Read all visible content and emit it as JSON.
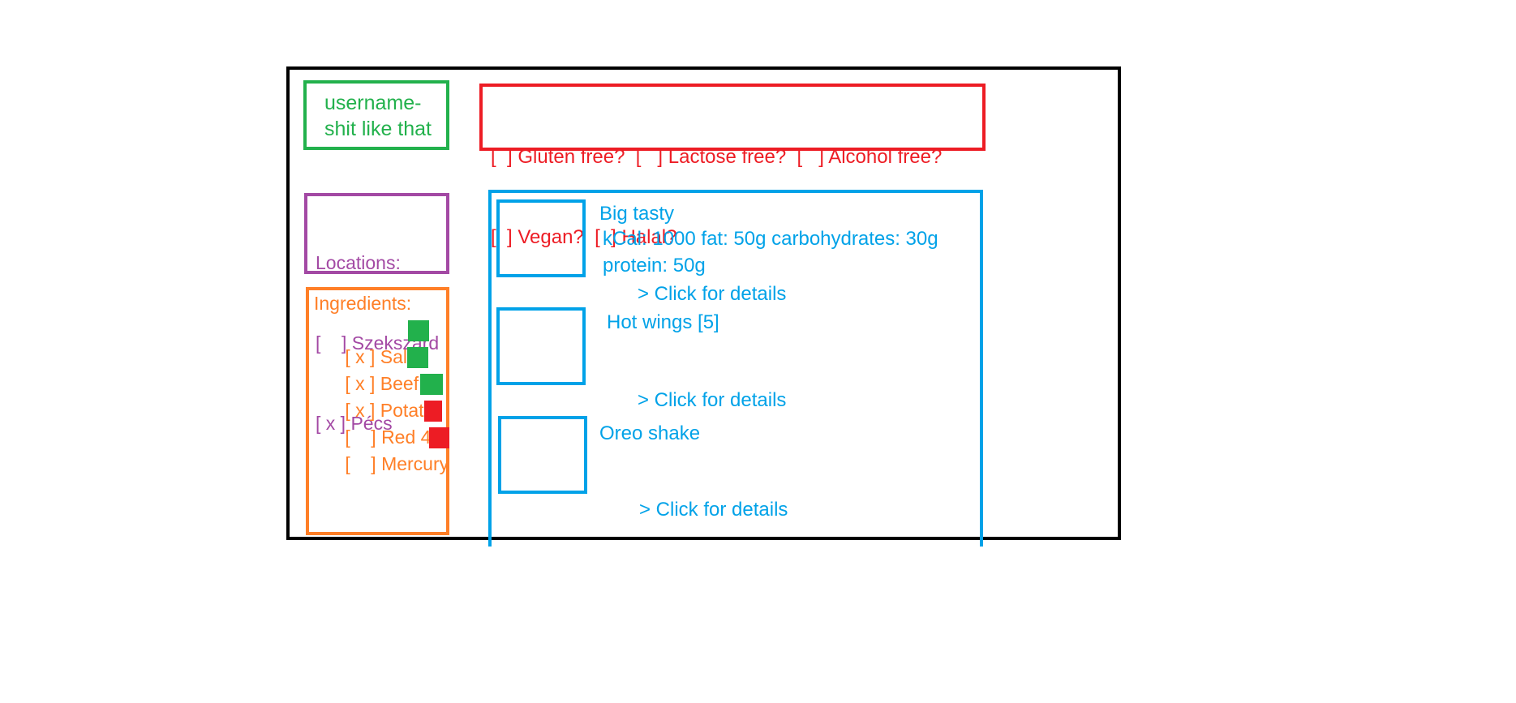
{
  "colors": {
    "frame": "#000000",
    "user": "#22b14c",
    "diet": "#ed1c24",
    "locations": "#a349a4",
    "ingredients": "#ff7f27",
    "foods": "#00a2e8",
    "ok": "#22b14c",
    "bad": "#ed1c24"
  },
  "user": {
    "line1": "username-",
    "line2": "shit like that"
  },
  "diet": {
    "line1": "[  ] Gluten free?  [   ] Lactose free?  [   ] Alcohol free?",
    "line2": "[  ] Vegan?  [  ] Halal?"
  },
  "locations": {
    "title": "Locations:",
    "items": [
      {
        "label": "[    ] Szekszárd"
      },
      {
        "label": "[ x ] Pécs"
      }
    ]
  },
  "ingredients": {
    "title": "Ingredients:",
    "items": [
      {
        "label": "[ x ] Salt",
        "swatch": "#22b14c"
      },
      {
        "label": "[ x ] Beef",
        "swatch": "#22b14c"
      },
      {
        "label": "[ x ] Potato",
        "swatch": "#22b14c"
      },
      {
        "label": "[    ] Red 40",
        "swatch": "#ed1c24"
      },
      {
        "label": "[    ] Mercury",
        "swatch": "#ed1c24"
      }
    ]
  },
  "foods": {
    "items": [
      {
        "name": "Big tasty",
        "details_line1": "kCal: 1000 fat: 50g carbohydrates: 30g",
        "details_line2": "protein: 50g",
        "link": "> Click for details"
      },
      {
        "name": "Hot wings [5]",
        "details_line1": "",
        "details_line2": "",
        "link": "> Click for details"
      },
      {
        "name": "Oreo shake",
        "details_line1": "",
        "details_line2": "",
        "link": "> Click for details"
      }
    ]
  }
}
